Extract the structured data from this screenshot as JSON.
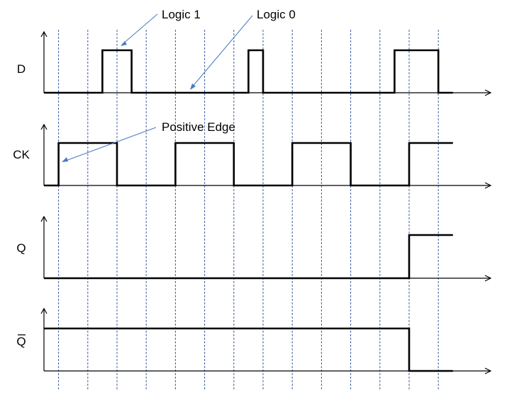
{
  "signals": [
    {
      "key": "d",
      "label": "D",
      "overline": false,
      "transitions": [
        [
          0,
          0
        ],
        [
          2,
          1
        ],
        [
          3,
          0
        ],
        [
          7,
          1
        ],
        [
          7.5,
          0
        ],
        [
          12,
          1
        ],
        [
          13.5,
          0
        ],
        [
          14,
          0
        ]
      ]
    },
    {
      "key": "ck",
      "label": "CK",
      "overline": false,
      "transitions": [
        [
          0,
          0
        ],
        [
          0.5,
          1
        ],
        [
          2.5,
          0
        ],
        [
          4.5,
          1
        ],
        [
          6.5,
          0
        ],
        [
          8.5,
          1
        ],
        [
          10.5,
          0
        ],
        [
          12.5,
          1
        ],
        [
          14,
          1
        ]
      ]
    },
    {
      "key": "q",
      "label": "Q",
      "overline": false,
      "transitions": [
        [
          0,
          0
        ],
        [
          12.5,
          1
        ],
        [
          14,
          1
        ]
      ]
    },
    {
      "key": "q-bar",
      "label": "Q",
      "overline": true,
      "transitions": [
        [
          0,
          1
        ],
        [
          12.5,
          0
        ],
        [
          14,
          0
        ]
      ]
    }
  ],
  "grid_times": [
    0.5,
    1.5,
    2.5,
    3.5,
    4.5,
    5.5,
    6.5,
    7.5,
    8.5,
    9.5,
    10.5,
    11.5,
    12.5,
    13.5
  ],
  "annotations": {
    "logic1": "Logic 1",
    "logic0": "Logic 0",
    "positive_edge": "Positive Edge"
  },
  "colors": {
    "wave": "#000000",
    "grid": "#3b5fa0",
    "annotation_arrow": "#4a7ac0"
  }
}
